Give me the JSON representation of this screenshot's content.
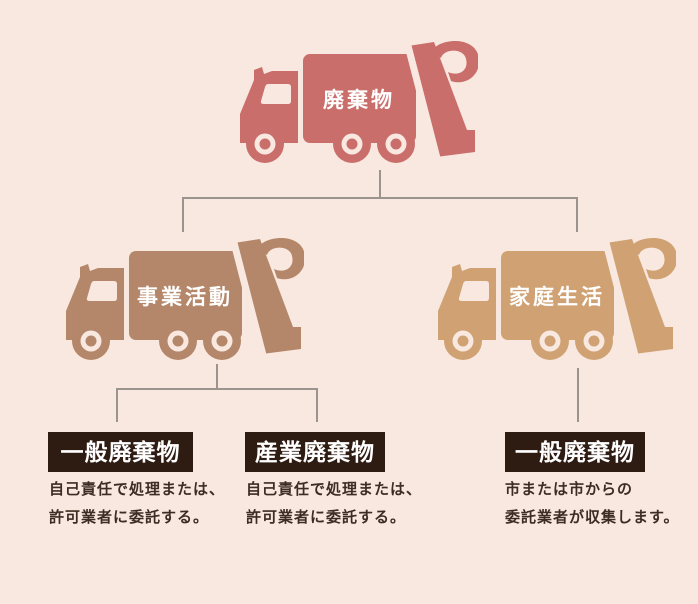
{
  "palette": {
    "background": "#f8e8e0",
    "connector": "#9b948e",
    "category_box_bg": "#2e1b12",
    "category_box_text": "#ffffff",
    "description_text": "#3d2c21",
    "truck_label_text": "#ffffff"
  },
  "tree": {
    "root": {
      "label": "廃棄物",
      "truck_color": "#c96e6a"
    },
    "branches": [
      {
        "label": "事業活動",
        "truck_color": "#b5876a",
        "children": [
          {
            "heading": "一般廃棄物",
            "description_lines": [
              "自己責任で処理または、",
              "許可業者に委託する。"
            ]
          },
          {
            "heading": "産業廃棄物",
            "description_lines": [
              "自己責任で処理または、",
              "許可業者に委託する。"
            ]
          }
        ]
      },
      {
        "label": "家庭生活",
        "truck_color": "#cfa173",
        "children": [
          {
            "heading": "一般廃棄物",
            "description_lines": [
              "市または市からの",
              "委託業者が収集します。"
            ]
          }
        ]
      }
    ]
  }
}
